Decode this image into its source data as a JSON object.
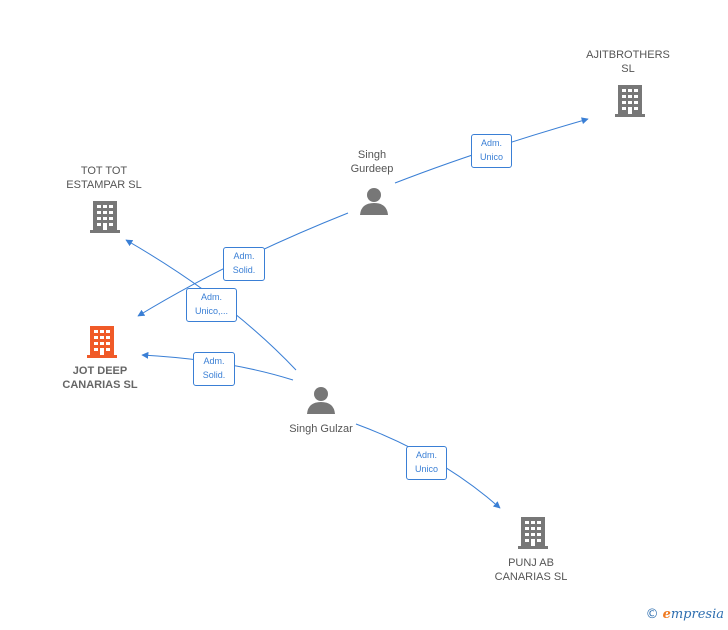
{
  "colors": {
    "edge": "#3a7fd5",
    "building": "#777777",
    "focus_building": "#f05a28",
    "person": "#777777"
  },
  "nodes": {
    "ajitbrothers": {
      "label": "AJITBROTHERS\nSL",
      "icon": "building-icon"
    },
    "tot_tot": {
      "label": "TOT TOT\nESTAMPAR  SL",
      "icon": "building-icon"
    },
    "jot_deep": {
      "label": "JOT DEEP\nCANARIAS  SL",
      "icon": "building-icon-highlighted"
    },
    "punj_ab": {
      "label": "PUNJ AB\nCANARIAS  SL",
      "icon": "building-icon"
    },
    "singh_gurdeep": {
      "label": "Singh\nGurdeep",
      "icon": "person-icon"
    },
    "singh_gulzar": {
      "label": "Singh Gulzar",
      "icon": "person-icon"
    }
  },
  "edges": {
    "gurdeep_ajit": {
      "label": "Adm.\nUnico"
    },
    "gurdeep_jot": {
      "label": "Adm.\nSolid."
    },
    "gulzar_tot": {
      "label": "Adm.\nUnico,..."
    },
    "gulzar_jot": {
      "label": "Adm.\nSolid."
    },
    "gulzar_punj": {
      "label": "Adm.\nUnico"
    }
  },
  "brand": {
    "copyright": "©",
    "initial": "e",
    "rest": "mpresia"
  }
}
